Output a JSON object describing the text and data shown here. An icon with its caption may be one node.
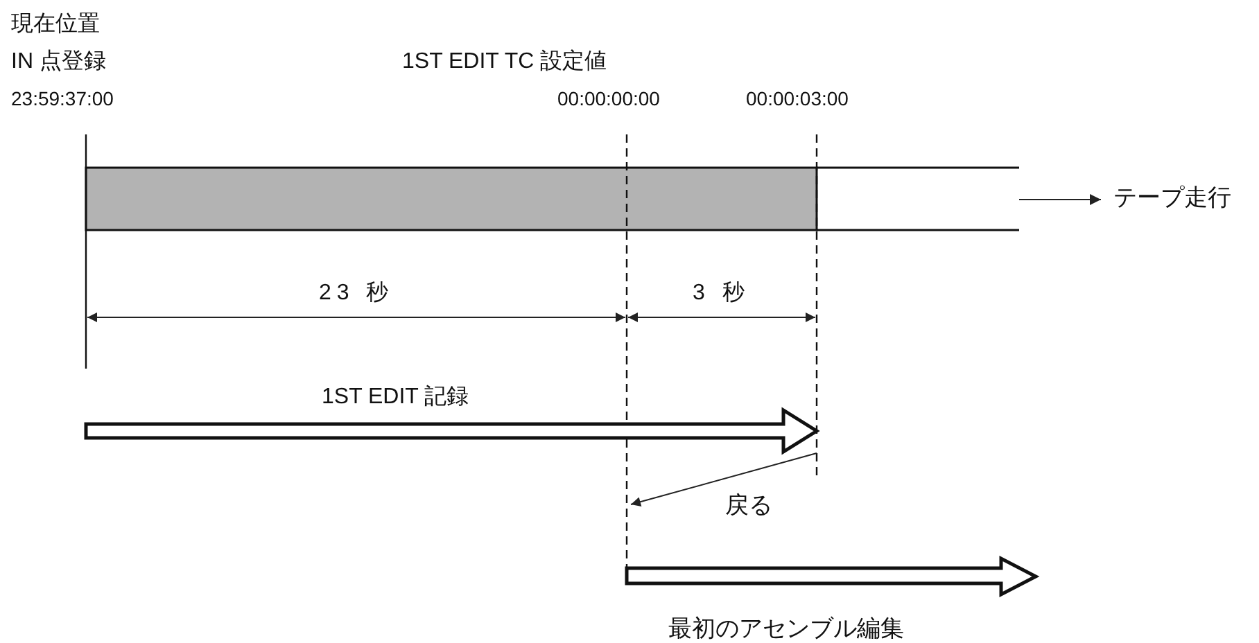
{
  "diagram": {
    "labels": [
      "現在位置",
      "IN 点登録",
      "23:59:37:00",
      "1ST EDIT TC 設定値",
      "00:00:00:00",
      "00:00:03:00",
      "テープ走行",
      "23 秒",
      "3 秒",
      "1ST EDIT 記録",
      "戻る",
      "最初のアセンブル編集"
    ]
  }
}
